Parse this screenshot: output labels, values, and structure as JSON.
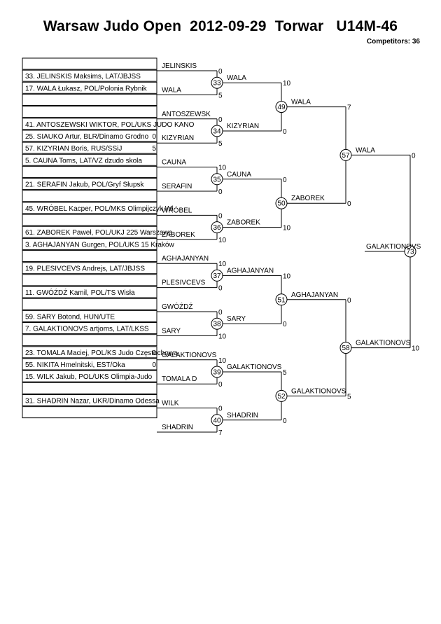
{
  "header": {
    "title": "Warsaw Judo Open  2012-09-29  Torwar   U14M-46",
    "competitors": "Competitors: 36"
  },
  "competitors": [
    {
      "id": "c1",
      "label": "",
      "score": ""
    },
    {
      "id": "c2",
      "label": "33. JELINSKIS Maksims, LAT/JBJSS",
      "score": ""
    },
    {
      "id": "c3",
      "label": "17. WALA Łukasz, POL/Polonia Rybnik",
      "score": ""
    },
    {
      "id": "c4",
      "label": "",
      "score": ""
    },
    {
      "id": "c5",
      "label": "",
      "score": ""
    },
    {
      "id": "c6",
      "label": "41. ANTOSZEWSKI WIKTOR, POL/UKS JUDO KANO",
      "score": ""
    },
    {
      "id": "c7",
      "label": "25. SIAUKO Artur, BLR/Dinamo Grodno",
      "score": "0"
    },
    {
      "id": "c8",
      "label": "57. KIZYRIAN Boris, RUS/SSiJ",
      "score": "5"
    },
    {
      "id": "c9",
      "label": "5. CAUNA Toms, LAT/VZ dzudo skola",
      "score": ""
    },
    {
      "id": "c10",
      "label": "",
      "score": ""
    },
    {
      "id": "c11",
      "label": "21. SERAFIN Jakub, POL/Gryf Słupsk",
      "score": ""
    },
    {
      "id": "c12",
      "label": "",
      "score": ""
    },
    {
      "id": "c13",
      "label": "45. WRÓBEL Kacper, POL/MKS Olimpijczyk Wł",
      "score": ""
    },
    {
      "id": "c14",
      "label": "",
      "score": ""
    },
    {
      "id": "c15",
      "label": "61. ZABOREK Paweł, POL/UKJ 225 Warszawa",
      "score": ""
    },
    {
      "id": "c16",
      "label": "3. AGHAJANYAN Gurgen, POL/UKS 15 Kraków",
      "score": ""
    },
    {
      "id": "c17",
      "label": "",
      "score": ""
    },
    {
      "id": "c18",
      "label": "19. PLESIVCEVS Andrejs, LAT/JBJSS",
      "score": ""
    },
    {
      "id": "c19",
      "label": "",
      "score": ""
    },
    {
      "id": "c20",
      "label": "11. GWÓŹDŹ Kamil, POL/TS Wisła",
      "score": ""
    },
    {
      "id": "c21",
      "label": "",
      "score": ""
    },
    {
      "id": "c22",
      "label": "59. SARY Botond, HUN/UTE",
      "score": ""
    },
    {
      "id": "c23",
      "label": "7. GALAKTIONOVS artjoms, LAT/LKSS",
      "score": ""
    },
    {
      "id": "c24",
      "label": "",
      "score": ""
    },
    {
      "id": "c25",
      "label": "23. TOMALA Maciej, POL/KS Judo Częstochowa",
      "score": "0"
    },
    {
      "id": "c26",
      "label": "55. NIKITA  Hmelnitski, EST/Oka",
      "score": "0"
    },
    {
      "id": "c27",
      "label": "15. WILK Jakub, POL/UKS Olimpia-Judo",
      "score": ""
    },
    {
      "id": "c28",
      "label": "",
      "score": ""
    },
    {
      "id": "c29",
      "label": "31. SHADRIN Nazar, UKR/Dinamo Odessa",
      "score": ""
    },
    {
      "id": "c30",
      "label": "",
      "score": ""
    }
  ],
  "round1_names": [
    "JELINSKIS",
    "WALA",
    "ANTOSZEWSK",
    "KIZYRIAN",
    "CAUNA",
    "SERAFIN",
    "WRÓBEL",
    "ZABOREK",
    "AGHAJANYAN",
    "PLESIVCEVS",
    "GWÓŹDŹ",
    "SARY",
    "GALAKTIONOVS",
    "TOMALA D",
    "WILK",
    "SHADRIN"
  ],
  "matches": [
    {
      "num": "33",
      "winner": "WALA",
      "score_top": "0",
      "score_bottom": "5"
    },
    {
      "num": "34",
      "winner": "KIZYRIAN",
      "score_top": "0",
      "score_bottom": "5"
    },
    {
      "num": "35",
      "winner": "CAUNA",
      "score_top": "10",
      "score_bottom": "0"
    },
    {
      "num": "36",
      "winner": "ZABOREK",
      "score_top": "0",
      "score_bottom": "10"
    },
    {
      "num": "37",
      "winner": "AGHAJANYAN",
      "score_top": "10",
      "score_bottom": "0"
    },
    {
      "num": "38",
      "winner": "SARY",
      "score_top": "0",
      "score_bottom": "10"
    },
    {
      "num": "39",
      "winner": "GALAKTIONOVS",
      "score_top": "10",
      "score_bottom": "0"
    },
    {
      "num": "40",
      "winner": "SHADRIN",
      "score_top": "0",
      "score_bottom": "7"
    },
    {
      "num": "49",
      "winner": "WALA",
      "score_top": "10",
      "score_bottom": "0"
    },
    {
      "num": "50",
      "winner": "ZABOREK",
      "score_top": "0",
      "score_bottom": "10"
    },
    {
      "num": "51",
      "winner": "AGHAJANYAN",
      "score_top": "10",
      "score_bottom": "0"
    },
    {
      "num": "52",
      "winner": "GALAKTIONOVS",
      "score_top": "5",
      "score_bottom": "0"
    },
    {
      "num": "57",
      "winner": "WALA",
      "score_top": "7",
      "score_bottom": "0"
    },
    {
      "num": "58",
      "winner": "GALAKTIONOVS",
      "score_top": "0",
      "score_bottom": "5"
    },
    {
      "num": "73",
      "winner": "GALAKTIONOVS",
      "score_top": "0",
      "score_bottom": "10"
    }
  ]
}
